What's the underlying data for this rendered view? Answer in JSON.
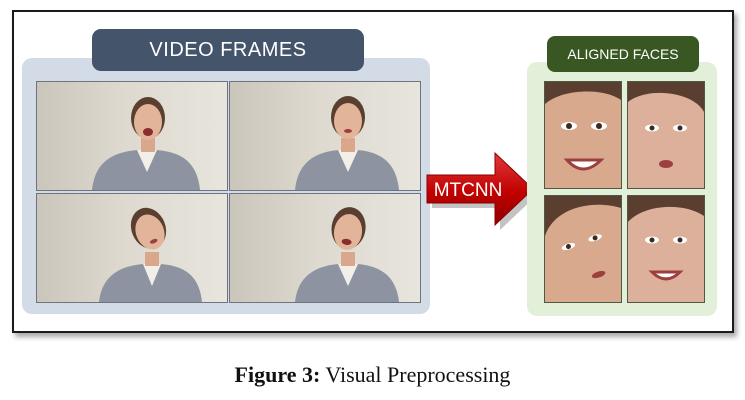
{
  "video_section": {
    "label": "VIDEO FRAMES",
    "frame_count": 4
  },
  "arrow": {
    "label": "MTCNN",
    "color": "#c00000"
  },
  "aligned_section": {
    "label": "ALIGNED FACES",
    "face_count": 4
  },
  "caption": {
    "prefix": "Figure 3:",
    "text": " Visual Preprocessing"
  },
  "colors": {
    "video_label_bg": "#44546a",
    "video_panel_bg": "#d3dbe6",
    "aligned_label_bg": "#385723",
    "aligned_panel_bg": "#e2efd9"
  }
}
